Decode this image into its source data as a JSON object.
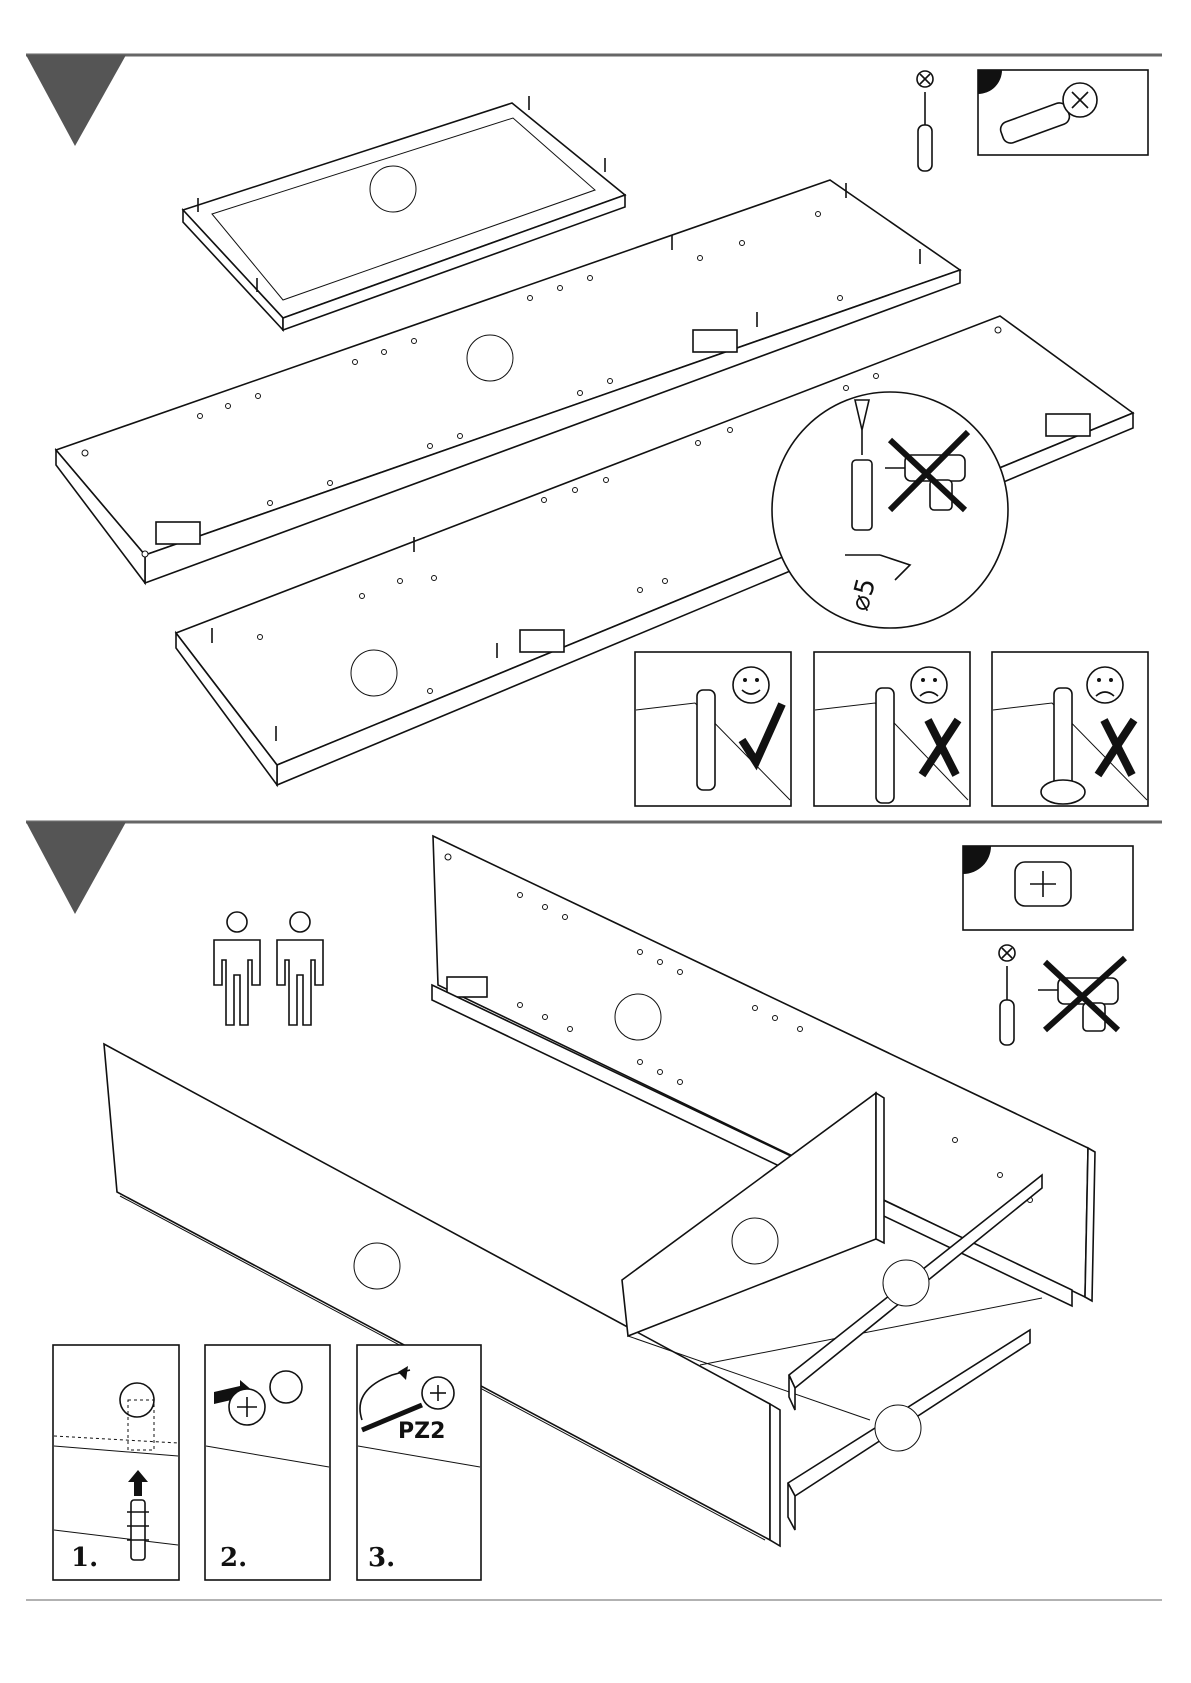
{
  "document": {
    "type": "furniture assembly instructions",
    "steps": [
      {
        "tools": [
          "phillips-screwdriver-icon",
          "power-drill-icon"
        ],
        "hardware_icon": "cam-dowel-icon",
        "detail": {
          "drill_diameter_label": "⌀5",
          "checks": [
            "correct",
            "incorrect",
            "incorrect"
          ]
        }
      },
      {
        "persons": 2,
        "tools": [
          "phillips-screwdriver-icon",
          "power-drill-icon"
        ],
        "hardware_icon": "cam-lock-icon",
        "substeps": [
          {
            "label": "1."
          },
          {
            "label": "2."
          },
          {
            "label": "3.",
            "bit_label": "PZ2"
          }
        ]
      }
    ]
  }
}
